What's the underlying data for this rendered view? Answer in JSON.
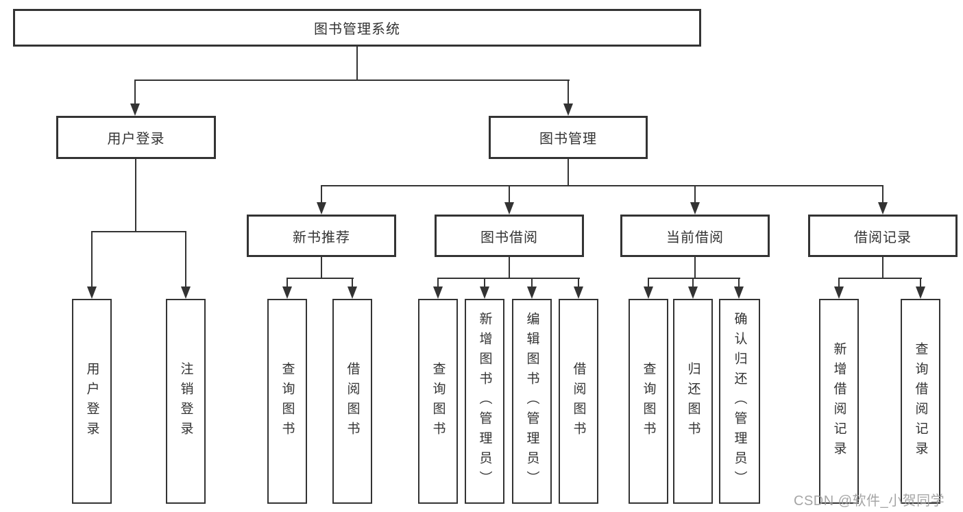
{
  "diagram": {
    "root": {
      "label": "图书管理系统"
    },
    "branches": [
      {
        "label": "用户登录",
        "children": [
          {
            "label": "用户登录"
          },
          {
            "label": "注销登录"
          }
        ]
      },
      {
        "label": "图书管理",
        "groups": [
          {
            "label": "新书推荐",
            "children": [
              {
                "label": "查询图书"
              },
              {
                "label": "借阅图书"
              }
            ]
          },
          {
            "label": "图书借阅",
            "children": [
              {
                "label": "查询图书"
              },
              {
                "label": "新增图书（管理员）"
              },
              {
                "label": "编辑图书（管理员）"
              },
              {
                "label": "借阅图书"
              }
            ]
          },
          {
            "label": "当前借阅",
            "children": [
              {
                "label": "查询图书"
              },
              {
                "label": "归还图书"
              },
              {
                "label": "确认归还（管理员）"
              }
            ]
          },
          {
            "label": "借阅记录",
            "children": [
              {
                "label": "新增借阅记录"
              },
              {
                "label": "查询借阅记录"
              }
            ]
          }
        ]
      }
    ]
  },
  "watermark": {
    "text": "CSDN @软件_小贺同学"
  },
  "colors": {
    "line": "#333333",
    "border": "#333333",
    "text": "#333333",
    "watermark": "#9b9b9b",
    "background": "#ffffff"
  }
}
